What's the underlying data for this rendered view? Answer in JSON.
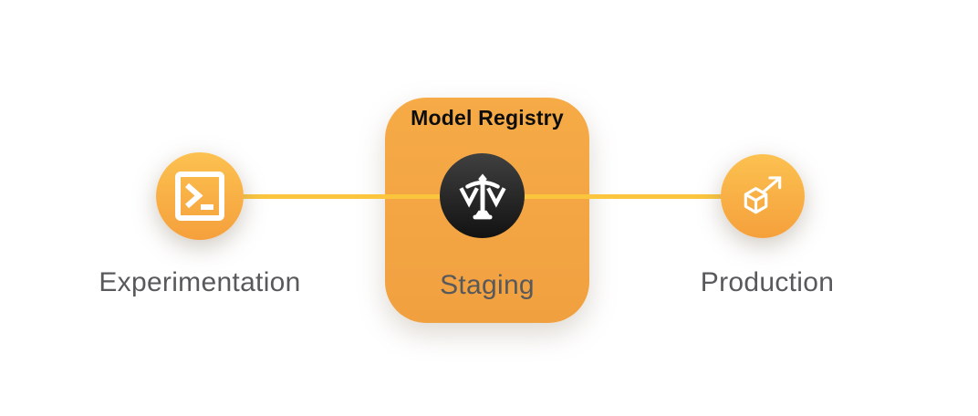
{
  "pipeline": {
    "registry_card": {
      "title": "Model Registry"
    },
    "stages": [
      {
        "id": "experimentation",
        "label": "Experimentation",
        "icon": "terminal-icon"
      },
      {
        "id": "staging",
        "label": "Staging",
        "icon": "balance-scale-icon"
      },
      {
        "id": "production",
        "label": "Production",
        "icon": "cube-launch-icon"
      }
    ],
    "colors": {
      "node_gradient_top": "#FCC150",
      "node_gradient_bottom": "#F5A03C",
      "card_gradient_top": "#F6AB47",
      "card_gradient_bottom": "#F1A040",
      "connector_line": "#FBC63E",
      "dark_node_top": "#404040",
      "dark_node_bottom": "#121212",
      "stage_label_text": "#58595B",
      "card_title_text": "#0D0D0E",
      "icon_color": "#FFFFFF",
      "background": "#FFFFFF"
    }
  }
}
